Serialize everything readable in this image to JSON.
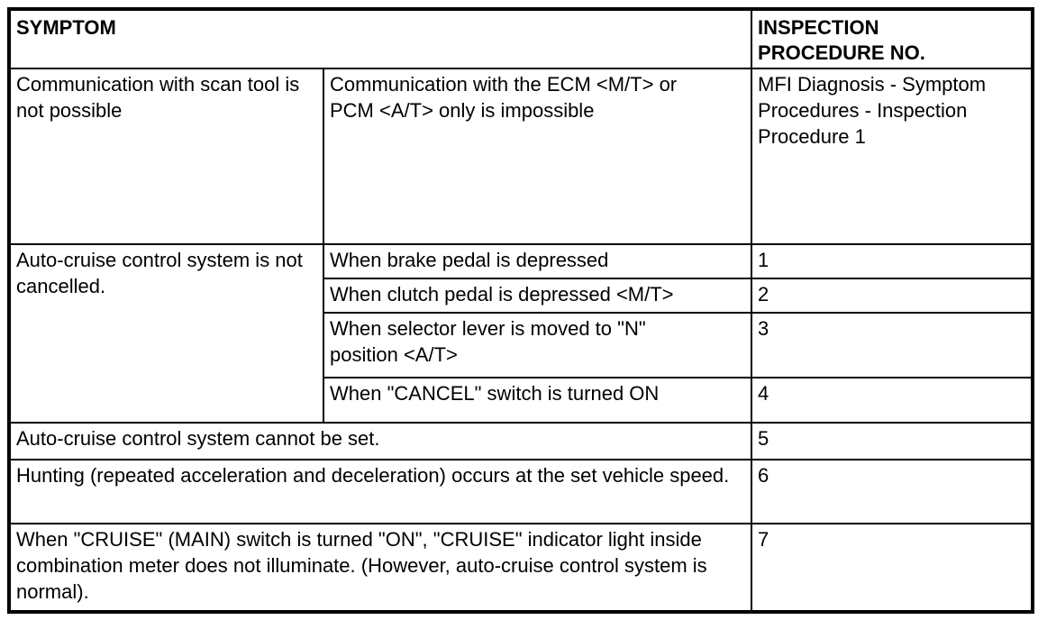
{
  "colors": {
    "border": "#000000",
    "background": "#ffffff",
    "text": "#000000"
  },
  "header": {
    "symptom": "SYMPTOM",
    "inspection_procedure_no": "INSPECTION PROCEDURE NO."
  },
  "body": {
    "communication": {
      "symptom": "Communication with scan tool is not possible",
      "condition": "Communication with the ECM <M/T> or PCM <A/T> only is impossible",
      "procedure": "MFI Diagnosis - Symptom Procedures - Inspection Procedure 1"
    },
    "auto_cruise_not_cancelled": {
      "symptom": "Auto-cruise control system is not cancelled.",
      "conditions": [
        {
          "text": "When brake pedal is depressed",
          "procedure": "1"
        },
        {
          "text": "When clutch pedal is depressed <M/T>",
          "procedure": "2"
        },
        {
          "text": "When selector lever is moved to \"N\" position <A/T>",
          "procedure": "3"
        },
        {
          "text": "When \"CANCEL\" switch is turned ON",
          "procedure": "4"
        }
      ]
    },
    "full_width_rows": [
      {
        "text": "Auto-cruise control system cannot be set.",
        "procedure": "5"
      },
      {
        "text": "Hunting (repeated acceleration and deceleration) occurs at the set vehicle speed.",
        "procedure": "6"
      },
      {
        "text": "When \"CRUISE\" (MAIN) switch is turned \"ON\", \"CRUISE\" indicator light inside combination meter does not illuminate. (However, auto-cruise control system is normal).",
        "procedure": "7"
      }
    ]
  }
}
